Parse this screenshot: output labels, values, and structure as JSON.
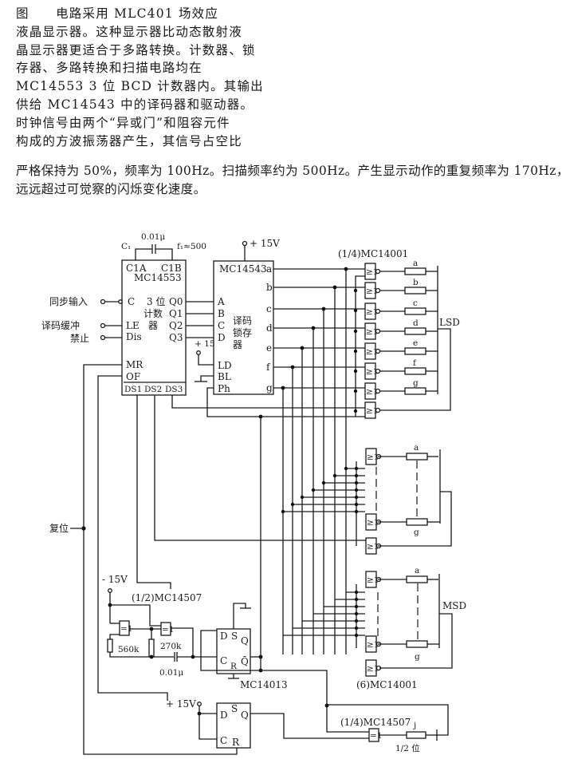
{
  "text": {
    "para_lines": [
      "图　　电路采用 MLC401 场效应",
      "液晶显示器。这种显示器比动态散射液",
      "晶显示器更适合于多路转换。计数器、锁",
      "存器、多路转换和扫描电路均在",
      "MC14553 3 位 BCD 计数器内。其输出",
      "供给 MC14543 中的译码器和驱动器。",
      "时钟信号由两个“异或门”和阻容元件",
      "构成的方波振荡器产生，其信号占空比"
    ],
    "full_lines": [
      "严格保持为 50%，频率为 100Hz。扫描频率约为 500Hz。产生显示动作的重复频率为 170Hz，",
      "远远超过可觉察的闪烁变化速度。"
    ]
  },
  "diagram": {
    "counter": {
      "name": "MC14553",
      "pin_c1a": "C1A",
      "pin_c1b": "C1B",
      "func_l1": "3 位",
      "func_l2": "计数",
      "func_l3": "器",
      "inputs": [
        "C",
        "LE",
        "Dis",
        "MR",
        "OF"
      ],
      "outputs": [
        "Q0",
        "Q1",
        "Q2",
        "Q3"
      ],
      "digit_selects": [
        "DS1",
        "DS2",
        "DS3"
      ],
      "cap_value": "0.01μ",
      "cap_label": "C₁",
      "freq_label": "f₁≈500"
    },
    "external_inputs": [
      "同步输入",
      "译码缓冲",
      "禁止"
    ],
    "reset_label": "复位",
    "decoder": {
      "name": "MC14543",
      "supply": "+ 15V",
      "func_l1": "译码",
      "func_l2": "锁存",
      "func_l3": "器",
      "inputs": [
        "A",
        "B",
        "C",
        "D",
        "LD",
        "BL",
        "Ph"
      ],
      "outputs": [
        "a",
        "b",
        "c",
        "d",
        "e",
        "f",
        "g"
      ],
      "ld_supply": "+ 15"
    },
    "nor_label_top": "(1/4)MC14001",
    "nor_label_bottom": "(6)MC14001",
    "gate_symbol": "≥1",
    "segments": [
      "a",
      "b",
      "c",
      "d",
      "e",
      "f",
      "g"
    ],
    "lsd_label": "LSD",
    "msd_label": "MSD",
    "mid_seg_top": "a",
    "mid_seg_bottom": "g",
    "msd_seg_top": "a",
    "msd_seg_bottom": "g",
    "oscillator": {
      "supply": "- 15V",
      "chip": "(1/2)MC14507",
      "xor_symbol": "=1",
      "r1": "560k",
      "r2": "270k",
      "cap": "0.01μ"
    },
    "flipflop1": {
      "name": "MC14013",
      "pins": [
        "D",
        "S",
        "Q",
        "C",
        "R",
        "Q̄"
      ]
    },
    "flipflop2": {
      "supply": "+ 15V",
      "pins": [
        "D",
        "S",
        "Q",
        "C",
        "R"
      ]
    },
    "half_digit": {
      "chip": "(1/4)MC14507",
      "seg": "j",
      "label": "1/2 位"
    }
  }
}
